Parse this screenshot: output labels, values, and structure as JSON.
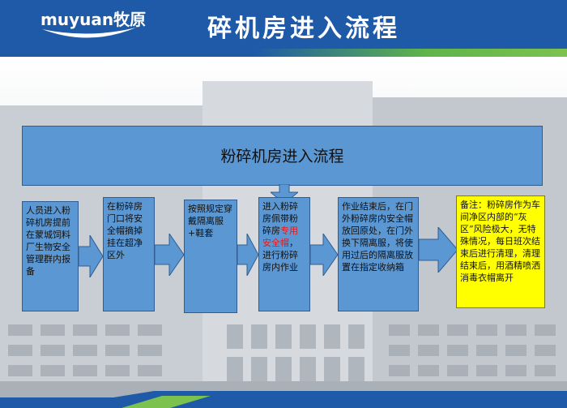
{
  "header": {
    "logo_text": "muyuan牧原",
    "title": "碎机房进入流程"
  },
  "diagram": {
    "main_title": "粉碎机房进入流程",
    "steps": [
      {
        "text": "人员进入粉碎机房提前在蒙城饲料厂生物安全管理群内报备"
      },
      {
        "text": "在粉碎房门口将安全帽摘掉挂在超净区外"
      },
      {
        "text": "按照规定穿戴隔离服+鞋套"
      },
      {
        "text_before": "进入粉碎房佩带粉碎房",
        "text_highlight": "专用安全帽",
        "text_after": "，进行粉碎房内作业",
        "highlight_color": "#e01b1b"
      },
      {
        "text": "作业结束后，在门外粉碎房内安全帽放回原处，在门外换下隔离服，将使用过后的隔离服放置在指定收纳箱"
      },
      {
        "text": "备注：粉碎房作为车间净区内部的“灰区”风险极大，无特殊情况，每日班次结束后进行清理，清理结束后，用酒精喷洒消毒衣帽离开"
      }
    ]
  },
  "colors": {
    "header_blue": "#1e5aa8",
    "accent_green": "#7cc24f",
    "box_blue": "#5b97d2",
    "note_yellow": "#ffff00"
  }
}
